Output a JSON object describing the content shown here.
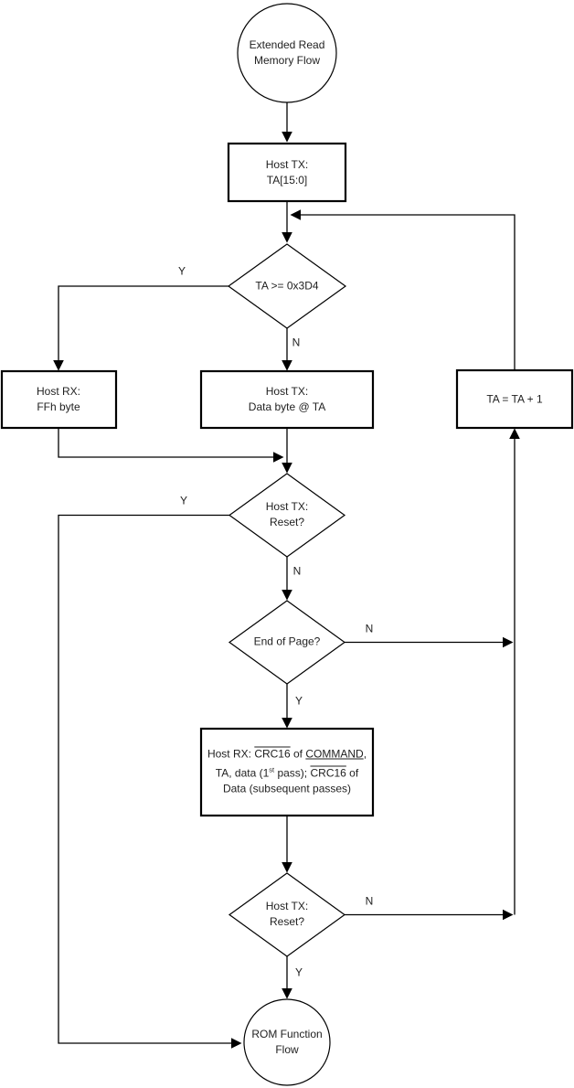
{
  "nodes": {
    "start": {
      "line1": "Extended Read",
      "line2": "Memory Flow"
    },
    "hostTxTa": {
      "line1": "Host TX:",
      "line2": "TA[15:0]"
    },
    "taCheck": {
      "line1": "TA >= 0x3D4"
    },
    "hostRxFfh": {
      "line1": "Host RX:",
      "line2": "FFh byte"
    },
    "hostTxData": {
      "line1": "Host TX:",
      "line2": "Data byte @ TA"
    },
    "taIncrement": {
      "line1": "TA = TA + 1"
    },
    "reset1": {
      "line1": "Host TX:",
      "line2": "Reset?"
    },
    "endOfPage": {
      "line1": "End of Page?"
    },
    "crc": {
      "l1a": "Host RX: ",
      "l1b": "CRC16",
      "l1c": " of ",
      "l1d": "COMMAND",
      "l1e": ",",
      "l2a": "TA, data (1",
      "l2b": "st",
      "l2c": " pass); ",
      "l2d": "CRC16",
      "l2e": " of",
      "l3": "Data (subsequent passes)"
    },
    "reset2": {
      "line1": "Host TX:",
      "line2": "Reset?"
    },
    "end": {
      "line1": "ROM Function",
      "line2": "Flow"
    }
  },
  "branch_labels": {
    "taCheckY": "Y",
    "taCheckN": "N",
    "reset1Y": "Y",
    "reset1N": "N",
    "endOfPageN": "N",
    "endOfPageY": "Y",
    "reset2N": "N",
    "reset2Y": "Y"
  },
  "colors": {
    "line": "#000000",
    "text": "#1f1f1f",
    "background": "#ffffff"
  }
}
